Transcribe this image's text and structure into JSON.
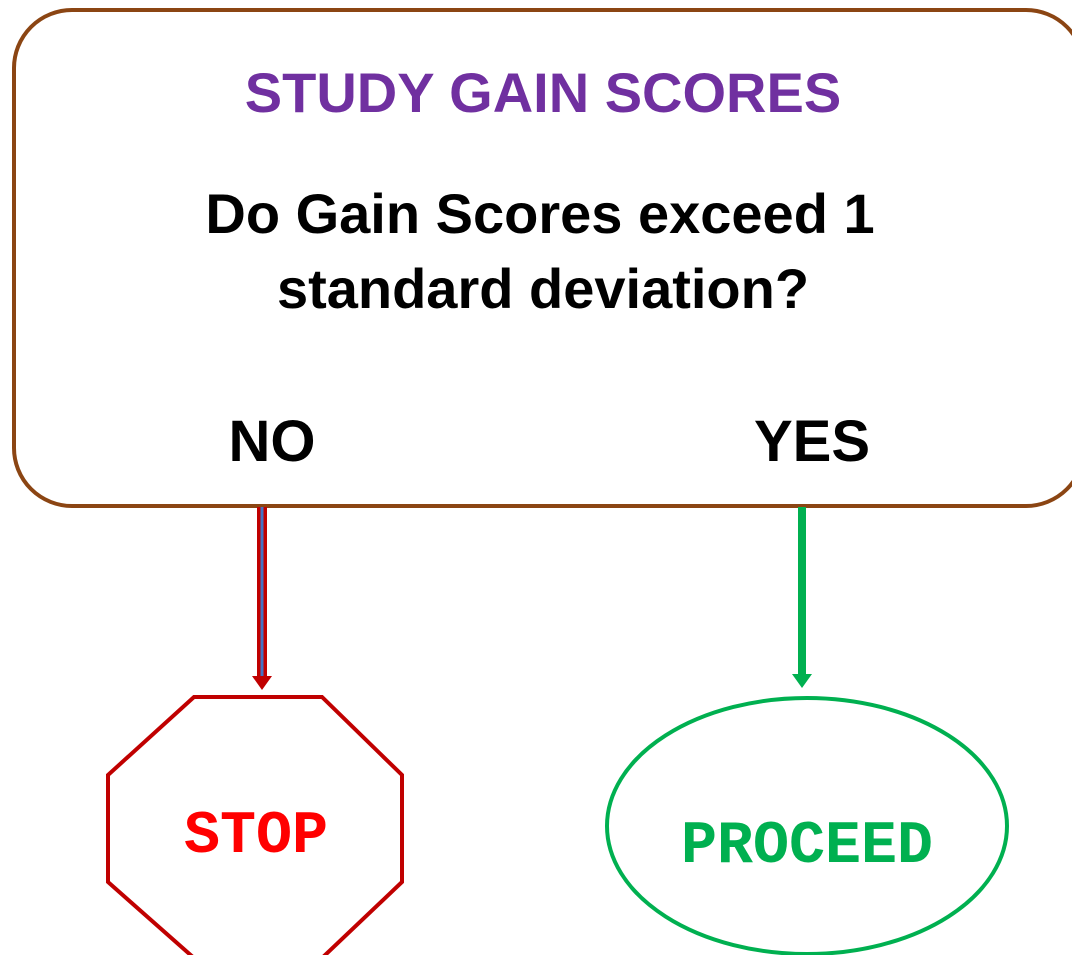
{
  "decision_box": {
    "title": "STUDY GAIN SCORES",
    "question_line1": "Do Gain Scores exceed 1",
    "question_line2": "standard deviation?",
    "no_label": "NO",
    "yes_label": "YES"
  },
  "outcomes": {
    "stop_label": "STOP",
    "proceed_label": "PROCEED"
  },
  "colors": {
    "box_border": "#8B4513",
    "title": "#7030A0",
    "stop": "#FF0000",
    "stop_border": "#C00000",
    "no_arrow": "#C00000",
    "no_arrow_core": "#4472C4",
    "proceed": "#00B050",
    "yes_arrow": "#00B050"
  },
  "icons": {
    "stop_shape": "octagon",
    "proceed_shape": "ellipse"
  }
}
